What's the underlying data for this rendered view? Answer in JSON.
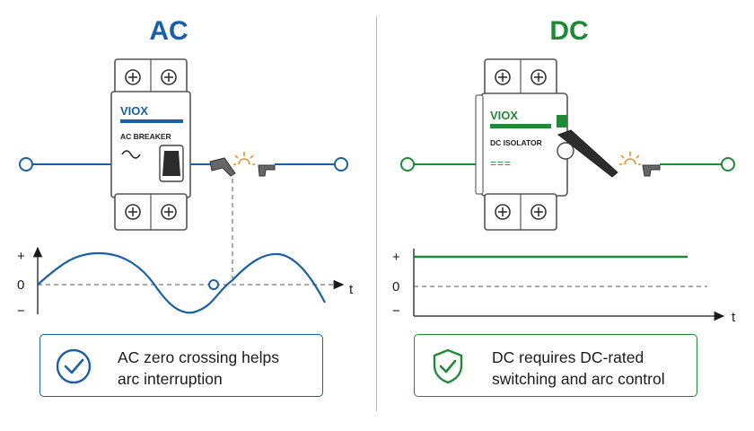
{
  "ac": {
    "title": "AC",
    "accent": "#1a5fa8",
    "breaker": {
      "brand": "VIOX",
      "label": "AC BREAKER",
      "symbol": "~"
    },
    "waveform": {
      "axis_plus": "+",
      "axis_zero": "0",
      "axis_minus": "−",
      "axis_t": "t"
    },
    "info": {
      "icon": "check-circle-icon",
      "line1": "AC zero crossing helps",
      "line2": "arc interruption"
    }
  },
  "dc": {
    "title": "DC",
    "accent": "#1e8a35",
    "isolator": {
      "brand": "VIOX",
      "label": "DC ISOLATOR",
      "symbol": "==="
    },
    "waveform": {
      "axis_plus": "+",
      "axis_zero": "0",
      "axis_minus": "−",
      "axis_t": "t"
    },
    "info": {
      "icon": "shield-check-icon",
      "line1": "DC requires DC-rated",
      "line2": "switching and arc control"
    }
  },
  "colors": {
    "spark": "#e8952b",
    "line_dark": "#1b1b1b",
    "device_body": "#ffffff",
    "device_border": "#555555"
  }
}
